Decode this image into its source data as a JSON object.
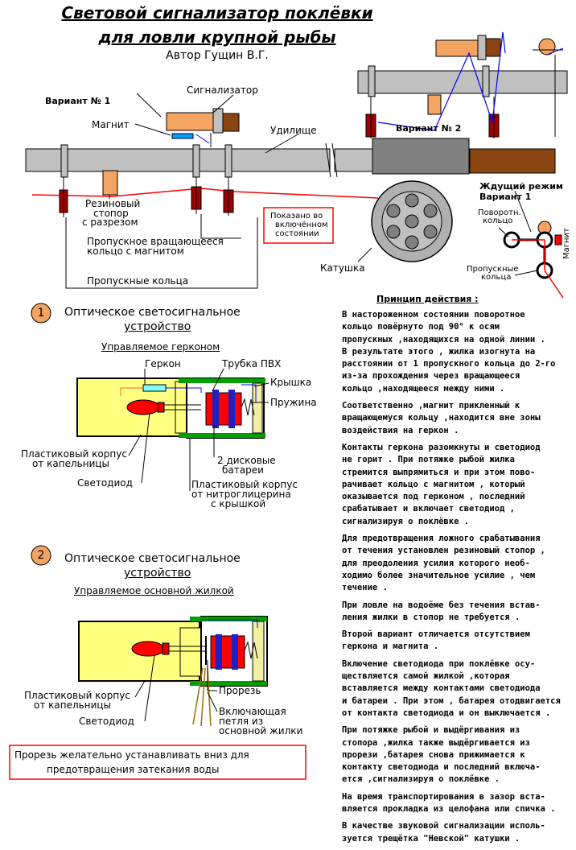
{
  "title": {
    "line1": "Световой сигнализатор поклёвки",
    "line2": "для ловли крупной рыбы",
    "author": "Автор Гущин В.Г."
  },
  "top_diagram": {
    "variant1": "Вариант № 1",
    "variant2": "Вариант № 2",
    "signalizer": "Сигнализатор",
    "magnet": "Магнит",
    "rod": "Удилище",
    "rubber_stopper": [
      "Резиновый",
      "стопор",
      "с разрезом"
    ],
    "rotating_ring": [
      "Пропускное вращающееся",
      "кольцо с магнитом"
    ],
    "pass_rings": "Пропускные кольца",
    "shown_state": [
      "Показано во",
      "включённом",
      "состоянии"
    ],
    "reel": "Катушка",
    "standby": "Ждущий режим",
    "variant1_short": "Вариант 1",
    "rotating_ring2": [
      "Поворотн.",
      "кольцо"
    ],
    "magnet_vertical": "Магнит",
    "pass_rings2": [
      "Пропускные",
      "кольца"
    ]
  },
  "device1": {
    "number": "1",
    "title": [
      "Оптическое светосигнальное",
      "устройство"
    ],
    "subtitle": "Управляемое герконом",
    "reed": "Геркон",
    "pvc": "Трубка ПВХ",
    "cap": "Крышка",
    "spring": "Пружина",
    "body1": [
      "Пластиковый корпус",
      "от капельницы"
    ],
    "led": "Светодиод",
    "batteries": [
      "2 дисковые",
      "батареи"
    ],
    "body2": [
      "Пластиковый корпус",
      "от нитроглицерина",
      "с крышкой"
    ]
  },
  "device2": {
    "number": "2",
    "title": [
      "Оптическое светосигнальное",
      "устройство"
    ],
    "subtitle": "Управляемое основной жилкой",
    "body1": [
      "Пластиковый корпус",
      "от капельницы"
    ],
    "led": "Светодиод",
    "slot": "Прорезь",
    "loop": [
      "Включающая",
      "петля из",
      "основной жилки"
    ]
  },
  "note": [
    "Прорезь желательно устанавливать вниз для",
    "предотвращения затекания воды"
  ],
  "principle": {
    "title": "Принцип действия :",
    "paragraphs": [
      " В настороженном состоянии поворотное\nкольцо повёрнуто под 90°  к осям\nпропускных ,находящихся на одной линии .\n В результате этого , жилка изогнута на\nрасстоянии от 1 пропускного кольца до 2-го\nиз-за прохождения через вращающееся\nкольцо ,находящееся между ними .",
      " Соответственно  ,магнит прикленный к\nвращающемуся кольцу ,находится вне зоны\nвоздействия на геркон .",
      " Контакты геркона разомкнуты и светодиод\nне горит . При потяжке рыбой жилка\nстремится выпрямиться и при этом пово-\nрачивает кольцо с магнитом ,  который\nоказывается под герконом ,   последний\nсрабатывает и включает  светодиод ,\nсигнализируя о поклёвке .",
      " Для предотвращения ложного срабатывания\nот течения установлен резиновый стопор ,\nдля преодоления  усилия которого необ-\nходимо более  значительное усилие , чем\nтечение .",
      " При ловле на водоёме без течения встав-\nления жилки в стопор не требуется .",
      " Второй вариант отличается  отсутствием\nгеркона  и магнита .",
      " Включение светодиода при поклёвке осу-\nществляется  самой жилкой ,которая\nвставляется между контактами  светодиода\nи батареи . При этом , батарея отодвигается\nот  контакта светодиода и он выключается .",
      " При потяжке  рыбой   и выдёргивания из\nстопора ,жилка также выдёргивается из\nпрорези ,батарея снова прижимается  к\nконтакту светодиода и последний включа-\nется  ,сигнализируя о поклёвке .",
      " На время транспортирования в зазор вста-\nвляется прокладка из целофана или спичка .",
      " В качестве звуковой сигнализации исполь-\nзуется трещётка \"Невской\" катушки ."
    ]
  },
  "colors": {
    "rod": "#c0c0c0",
    "handle": "#8b4513",
    "stopper": "#f4a460",
    "line": "#ff0000",
    "blue_line": "#0000ff",
    "body_yellow": "#ffff80",
    "battery": "#ff0000",
    "green": "#00a000",
    "circle_orange": "#f4a460"
  }
}
